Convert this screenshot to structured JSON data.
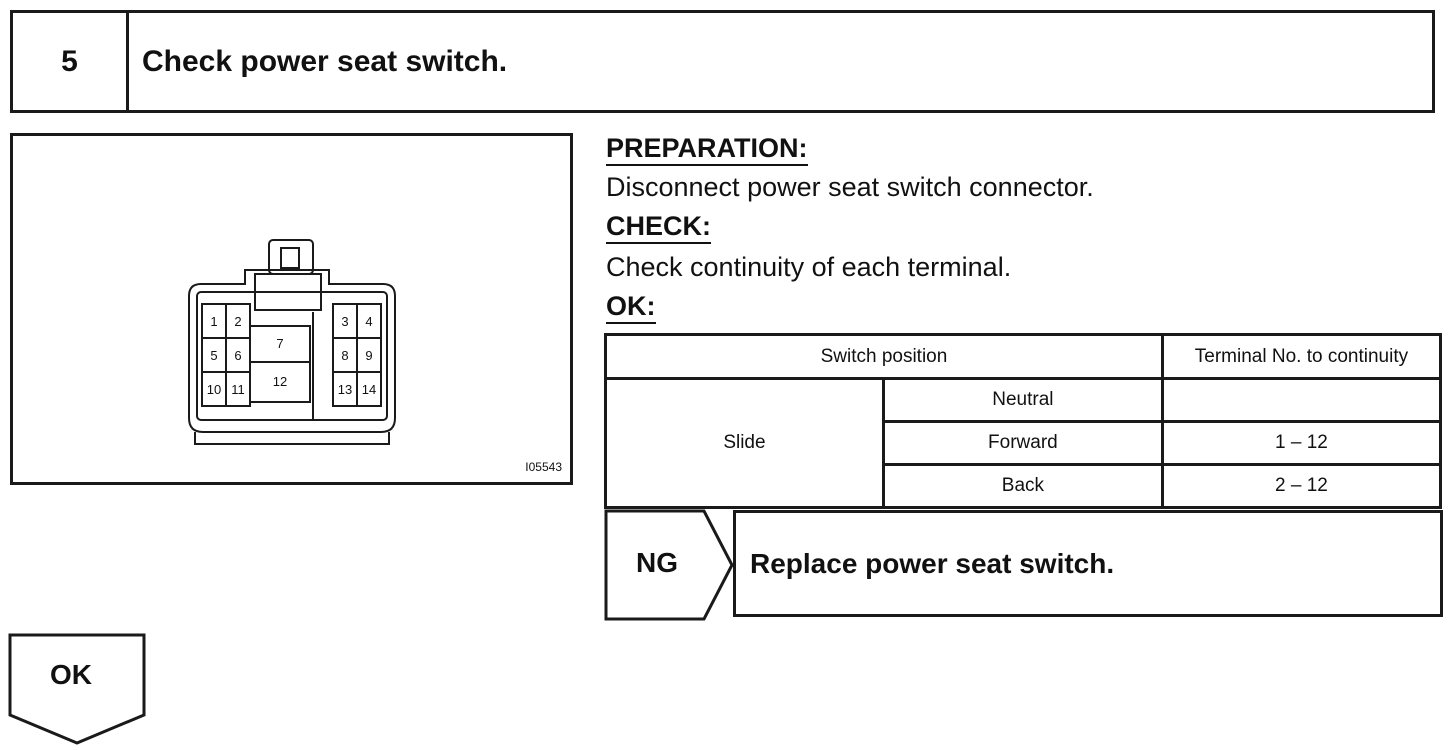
{
  "step": {
    "number": "5",
    "title": "Check power seat switch."
  },
  "figure": {
    "code": "I05543",
    "terminals": [
      "1",
      "2",
      "3",
      "4",
      "5",
      "6",
      "7",
      "8",
      "9",
      "10",
      "11",
      "12",
      "13",
      "14"
    ]
  },
  "preparation": {
    "heading": "PREPARATION:",
    "text": "Disconnect power seat switch connector."
  },
  "check": {
    "heading": "CHECK:",
    "text": "Check continuity of each terminal."
  },
  "ok_heading": "OK:",
  "table": {
    "headers": [
      "Switch position",
      "Terminal No. to continuity"
    ],
    "group": "Slide",
    "rows": [
      {
        "position": "Neutral",
        "continuity": ""
      },
      {
        "position": "Forward",
        "continuity": "1 – 12"
      },
      {
        "position": "Back",
        "continuity": "2 – 12"
      }
    ]
  },
  "ng": {
    "label": "NG",
    "action": "Replace power seat switch."
  },
  "ok": {
    "label": "OK"
  }
}
